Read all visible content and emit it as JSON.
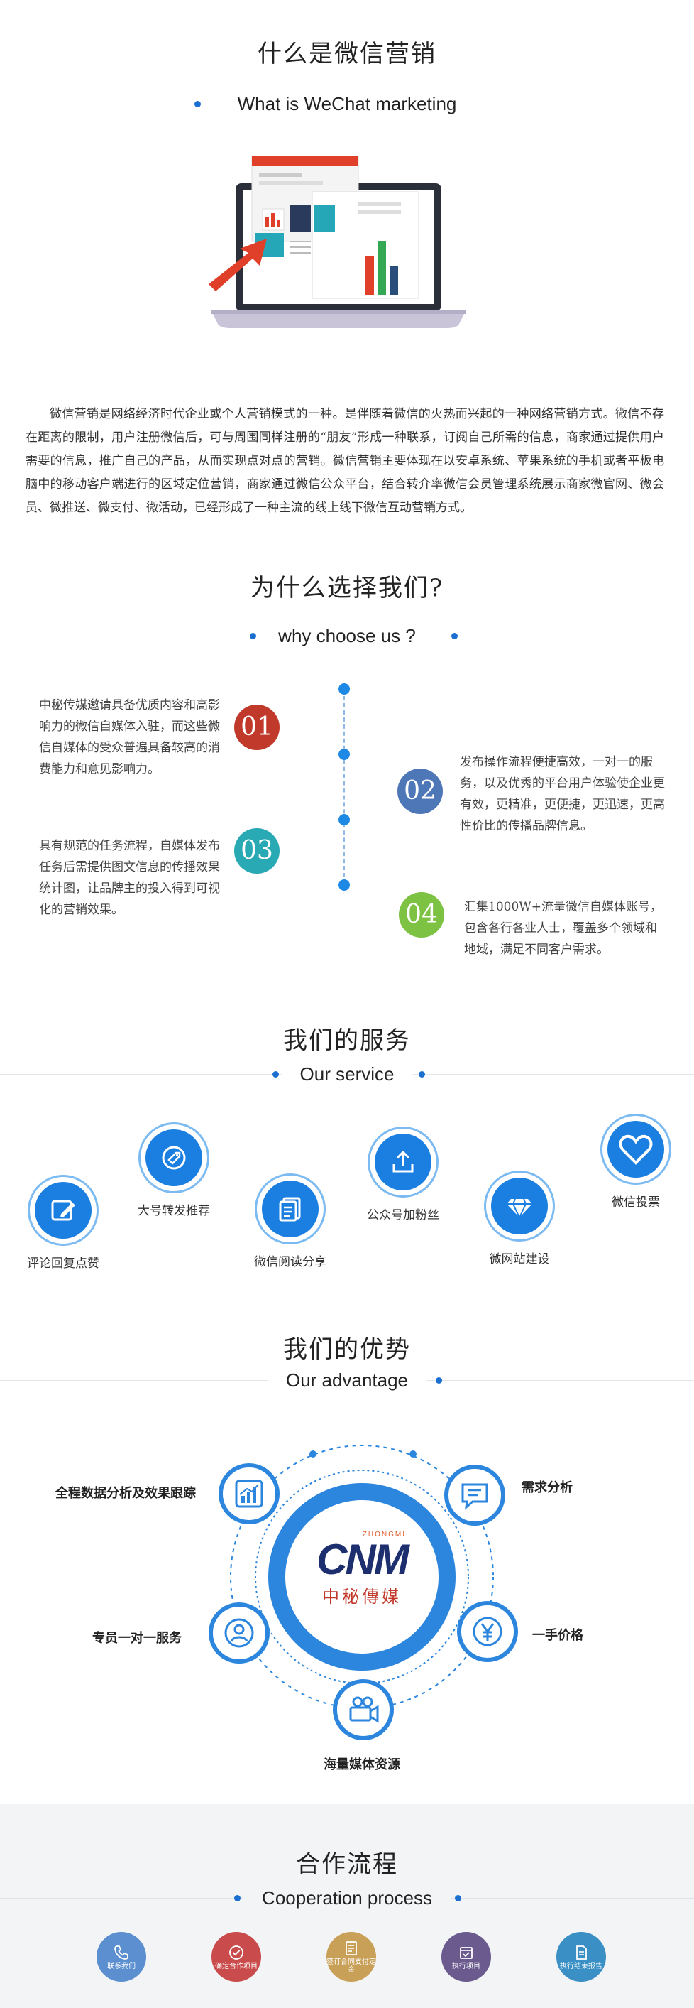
{
  "wechat": {
    "title": "什么是微信营销",
    "subtitle": "What is WeChat  marketing",
    "paragraph": "微信营销是网络经济时代企业或个人营销模式的一种。是伴随着微信的火热而兴起的一种网络营销方式。微信不存在距离的限制，用户注册微信后，可与周围同样注册的“朋友”形成一种联系，订阅自己所需的信息，商家通过提供用户需要的信息，推广自己的产品，从而实现点对点的营销。微信营销主要体现在以安卓系统、苹果系统的手机或者平板电脑中的移动客户端进行的区域定位营销，商家通过微信公众平台，结合转介率微信会员管理系统展示商家微官网、微会员、微推送、微支付、微活动，已经形成了一种主流的线上线下微信互动营销方式。"
  },
  "why": {
    "title": "为什么选择我们?",
    "subtitle": "why choose us ?",
    "items": [
      {
        "num": "01",
        "color": "#c0392b",
        "text": "中秘传媒邀请具备优质内容和高影响力的微信自媒体入驻，而这些微信自媒体的受众普遍具备较高的消费能力和意见影响力。"
      },
      {
        "num": "02",
        "color": "#4e77b8",
        "text": "发布操作流程便捷高效，一对一的服务，以及优秀的平台用户体验使企业更有效，更精准，更便捷，更迅速，更高性价比的传播品牌信息。"
      },
      {
        "num": "03",
        "color": "#28a9b3",
        "text": "具有规范的任务流程，自媒体发布任务后需提供图文信息的传播效果统计图，让品牌主的投入得到可视化的营销效果。"
      },
      {
        "num": "04",
        "color": "#7dc242",
        "text": "汇集1000W+流量微信自媒体账号，包含各行各业人士，覆盖多个领域和地域，满足不同客户需求。"
      }
    ]
  },
  "service": {
    "title": "我们的服务",
    "subtitle": "Our service",
    "items": [
      {
        "label": "评论回复点赞",
        "icon": "edit-icon"
      },
      {
        "label": "大号转发推荐",
        "icon": "tag-icon"
      },
      {
        "label": "微信阅读分享",
        "icon": "document-icon"
      },
      {
        "label": "公众号加粉丝",
        "icon": "upload-icon"
      },
      {
        "label": "微网站建设",
        "icon": "diamond-icon"
      },
      {
        "label": "微信投票",
        "icon": "heart-icon"
      }
    ]
  },
  "advantage": {
    "title": "我们的优势",
    "subtitle": "Our advantage",
    "logo_text": "CNM",
    "logo_sub": "中秘傳媒",
    "logo_tag": "ZHONGMI",
    "items": [
      {
        "label": "全程数据分析及效果跟踪",
        "icon": "chart-icon"
      },
      {
        "label": "需求分析",
        "icon": "chat-icon"
      },
      {
        "label": "专员一对一服务",
        "icon": "user-icon"
      },
      {
        "label": "一手价格",
        "icon": "yen-icon"
      },
      {
        "label": "海量媒体资源",
        "icon": "video-camera-icon"
      }
    ]
  },
  "cooperation": {
    "title": "合作流程",
    "subtitle": "Cooperation process",
    "steps": [
      {
        "label": "联系我们",
        "color": "#5b8fd0",
        "icon": "phone-icon"
      },
      {
        "label": "确定合作项目",
        "color": "#c94b4b",
        "icon": "check-icon"
      },
      {
        "label": "签订合同支付定金",
        "color": "#c9a058",
        "icon": "contract-icon"
      },
      {
        "label": "执行项目",
        "color": "#6b5a8e",
        "icon": "calendar-icon"
      },
      {
        "label": "执行结束报告",
        "color": "#3a8fc4",
        "icon": "report-icon"
      }
    ]
  }
}
